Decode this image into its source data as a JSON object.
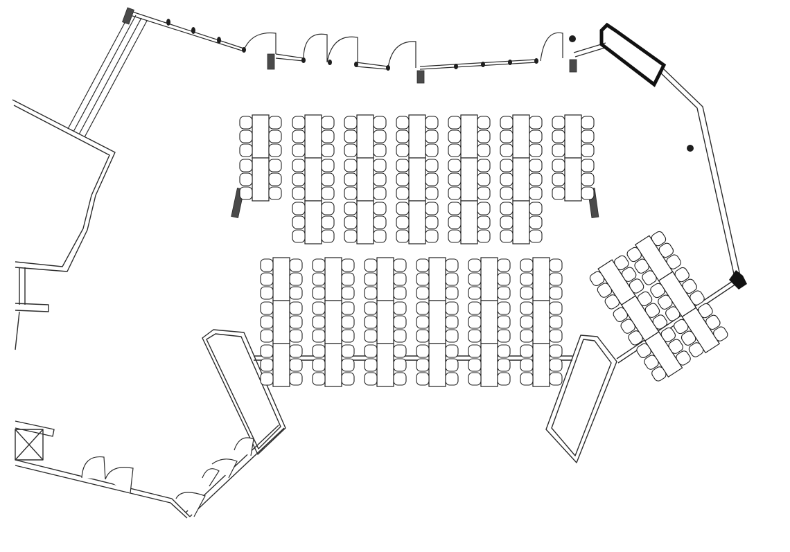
{
  "floor_plan": {
    "colors": {
      "wall": "#2a2a2a",
      "furniture": "#1e1e1e",
      "background": "#ffffff"
    },
    "icons": [
      "door-swing-icon",
      "column-post-icon",
      "stair-icon",
      "chair-icon",
      "table-icon"
    ],
    "rear_section": {
      "table_columns": 7,
      "rows_per_column": [
        2,
        3,
        3,
        3,
        3,
        3,
        2
      ],
      "chairs_per_row_side": 3
    },
    "front_section": {
      "table_columns": 6,
      "rows_per_column": [
        3,
        3,
        3,
        3,
        3,
        3
      ],
      "chairs_per_row_side": 3
    },
    "angled_section": {
      "table_columns": 2,
      "rows_per_column": [
        3,
        3
      ],
      "chairs_per_row_side": 3
    }
  }
}
